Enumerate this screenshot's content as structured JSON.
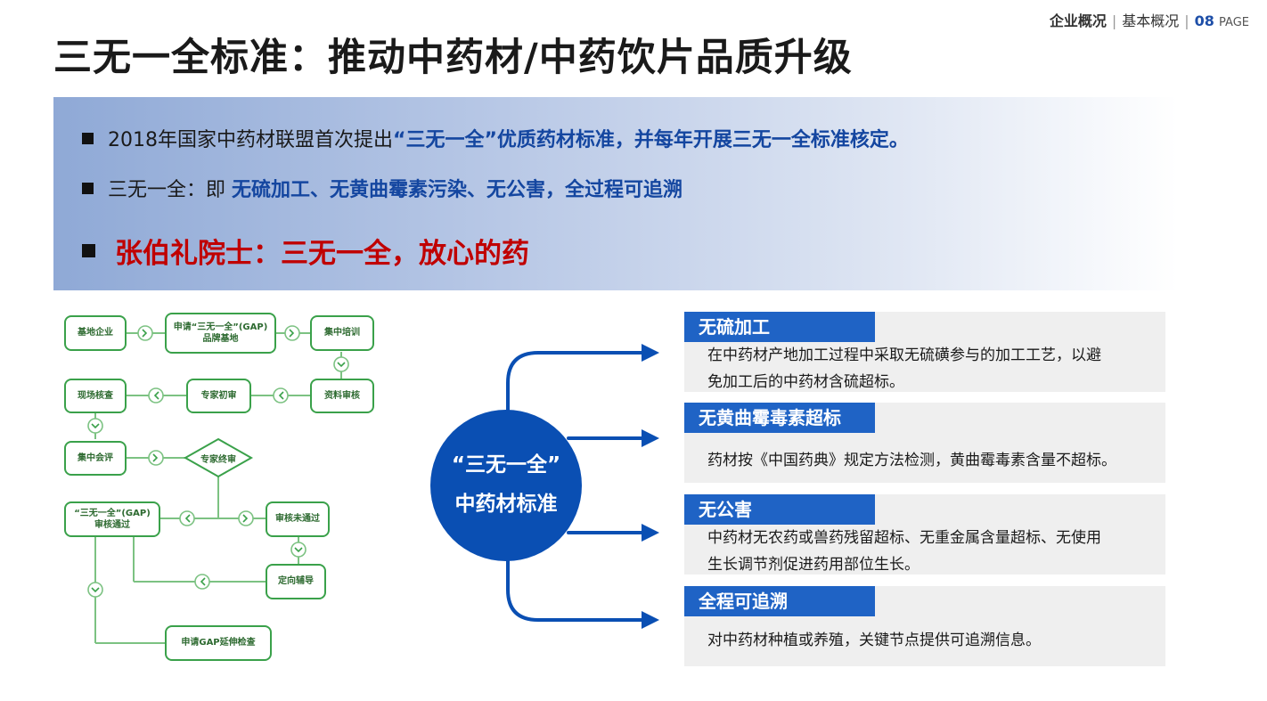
{
  "header": {
    "section": "企业概况",
    "subsection": "基本概况",
    "page_number": "08",
    "page_label": "PAGE"
  },
  "title": "三无一全标准：推动中药材/中药饮片品质升级",
  "banner": {
    "line1_prefix": "2018年国家中药材联盟首次提出",
    "line1_highlight": "“三无一全”优质药材标准，并每年开展三无一全标准核定。",
    "line2_prefix": "三无一全：即",
    "line2_highlight": "无硫加工、无黄曲霉素污染、无公害，全过程可追溯",
    "line3": "张伯礼院士：三无一全，放心的药"
  },
  "flowchart": {
    "nodes": {
      "n1": "基地企业",
      "n2a": "申请“三无一全”(GAP)",
      "n2b": "品牌基地",
      "n3": "集中培训",
      "n4": "资料审核",
      "n5": "专家初审",
      "n6": "现场核查",
      "n7": "集中会评",
      "n8": "专家终审",
      "n9a": "“三无一全”(GAP)",
      "n9b": "审核通过",
      "n10": "审核未通过",
      "n11": "定向辅导",
      "n12": "申请GAP延伸检查"
    }
  },
  "center": {
    "line1": "“三无一全”",
    "line2": "中药材标准"
  },
  "cards": [
    {
      "title": "无硫加工",
      "body1": "在中药材产地加工过程中采取无硫磺参与的加工工艺，以避",
      "body2": "免加工后的中药材含硫超标。"
    },
    {
      "title": "无黄曲霉毒素超标",
      "body1": "药材按《中国药典》规定方法检测，黄曲霉毒素含量不超标。",
      "body2": ""
    },
    {
      "title": "无公害",
      "body1": "中药材无农药或兽药残留超标、无重金属含量超标、无使用",
      "body2": "生长调节剂促进药用部位生长。"
    },
    {
      "title": "全程可追溯",
      "body1": "对中药材种植或养殖，关键节点提供可追溯信息。",
      "body2": ""
    }
  ],
  "colors": {
    "accent_blue": "#1f63c5",
    "circle_blue": "#0a4fb3",
    "highlight_red": "#c00000",
    "flow_green": "#3aa14a"
  }
}
